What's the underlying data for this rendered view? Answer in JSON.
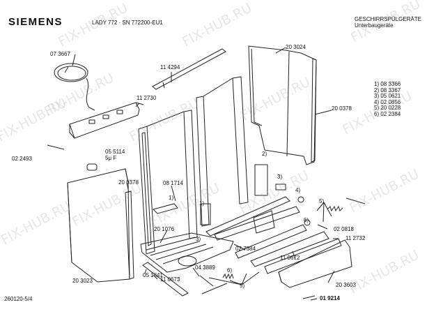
{
  "header": {
    "brand": "SIEMENS",
    "model": "LADY 772 · SN 772200-EU1",
    "category": "GESCHIRRSPÜLGERÄTE",
    "subcategory": "Unterbaugeräte"
  },
  "part_labels": [
    "07 3667",
    "11 4294",
    "20 3024",
    "11 2730",
    "20 0378",
    "05 5114",
    "5μ F",
    "02 2493",
    "20 0378",
    "08 1714",
    "20 1076",
    "02 7384",
    "04 3889",
    "05 1841",
    "11 0673",
    "11 0672",
    "20 3023",
    "02 0818",
    "11 2732",
    "20 3603",
    "01 9214"
  ],
  "callouts": [
    "1)",
    "2)",
    "3)",
    "4)",
    "5)",
    "6)",
    "1)",
    "3)",
    "6)",
    "5)"
  ],
  "legend": [
    "1) 08 3366",
    "2) 08 3367",
    "3) 05 0621",
    "4) 02 0856",
    "5) 20 0228",
    "6) 02 2384"
  ],
  "footer": {
    "drawing_number": "260120-5/4"
  },
  "watermark": "FIX-HUB.RU"
}
